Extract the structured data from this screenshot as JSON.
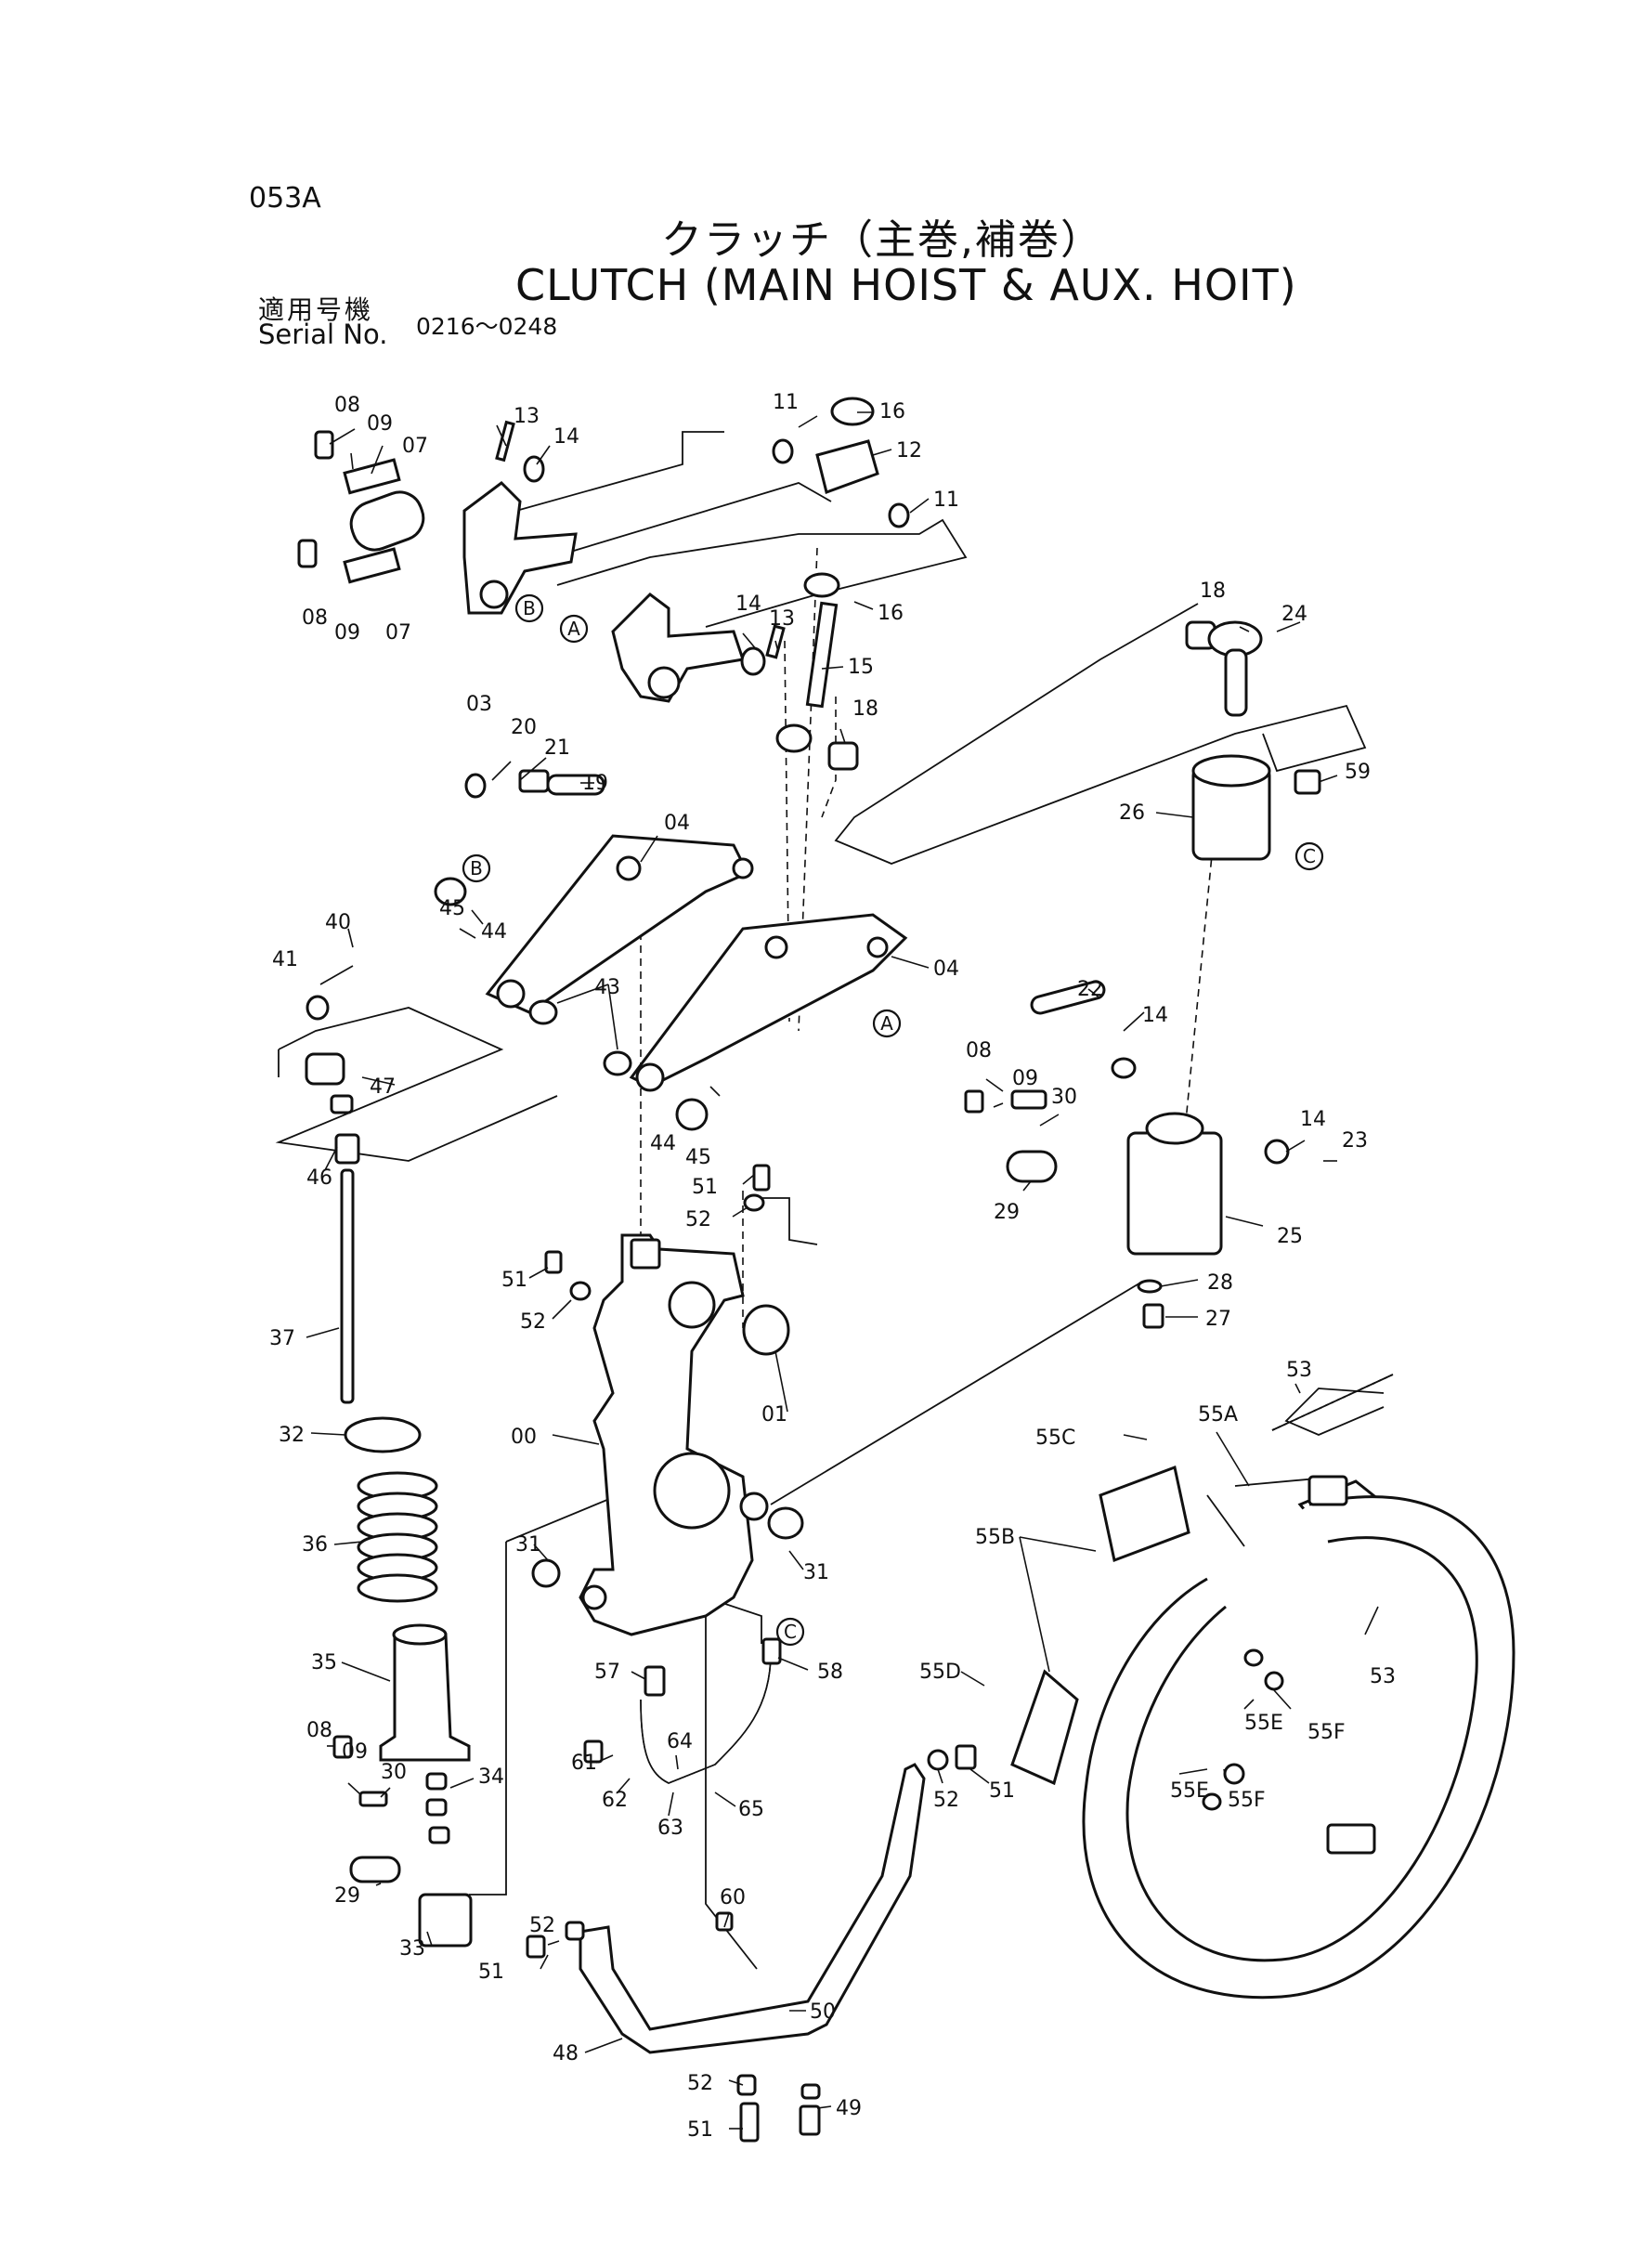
{
  "header": {
    "code": "053A",
    "title_jp": "クラッチ（主巻,補巻）",
    "title_en": "CLUTCH (MAIN HOIST & AUX. HOIT)",
    "serial_label_jp": "適用号機",
    "serial_label_en": "Serial No.",
    "serial_range": "0216～0248"
  },
  "callouts": [
    "08",
    "09",
    "07",
    "08",
    "09",
    "07",
    "03",
    "13",
    "14",
    "11",
    "16",
    "12",
    "11",
    "16",
    "14",
    "13",
    "15",
    "18",
    "18",
    "24",
    "20",
    "21",
    "19",
    "04",
    "04",
    "59",
    "26",
    "45",
    "44",
    "40",
    "41",
    "43",
    "47",
    "46",
    "44",
    "45",
    "22",
    "14",
    "08",
    "09",
    "30",
    "14",
    "23",
    "29",
    "25",
    "51",
    "52",
    "51",
    "52",
    "37",
    "28",
    "27",
    "01",
    "00",
    "32",
    "36",
    "53",
    "55A",
    "55C",
    "55B",
    "31",
    "31",
    "35",
    "57",
    "58",
    "55D",
    "53",
    "55E",
    "55F",
    "55E",
    "55F",
    "08",
    "09",
    "30",
    "34",
    "61",
    "64",
    "62",
    "63",
    "65",
    "52",
    "51",
    "29",
    "33",
    "52",
    "51",
    "60",
    "50",
    "48",
    "52",
    "49",
    "51"
  ],
  "ref_markers": [
    "A",
    "B",
    "A",
    "B",
    "C",
    "C"
  ]
}
